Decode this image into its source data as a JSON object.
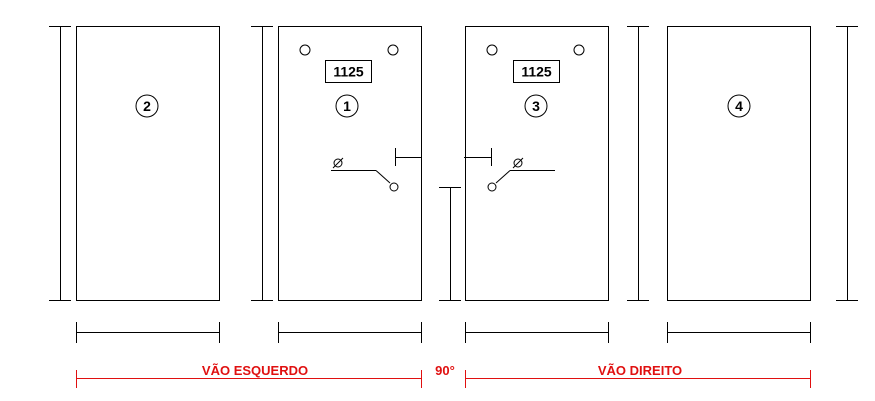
{
  "colors": {
    "line": "#000000",
    "dimension_red": "#e01010",
    "background": "#ffffff"
  },
  "panels": [
    {
      "id": "2",
      "code": ""
    },
    {
      "id": "1",
      "code": "1125"
    },
    {
      "id": "3",
      "code": "1125"
    },
    {
      "id": "4",
      "code": ""
    }
  ],
  "dimensions": {
    "left_opening": "VÃO ESQUERDO",
    "angle": "90°",
    "right_opening": "VÃO DIREITO"
  }
}
